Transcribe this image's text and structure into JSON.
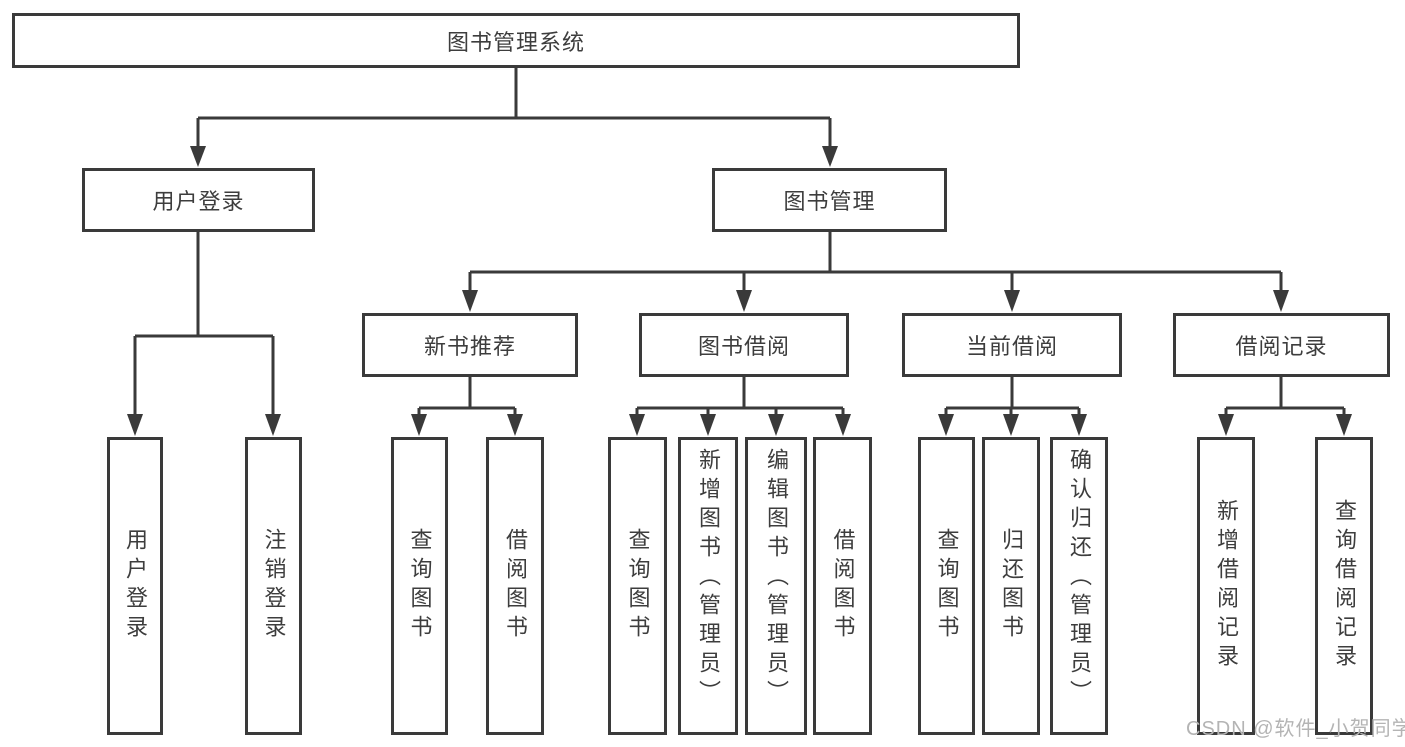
{
  "tree": {
    "label": "图书管理系统",
    "children": [
      {
        "label": "用户登录",
        "children": [
          {
            "label": "用户登录"
          },
          {
            "label": "注销登录"
          }
        ]
      },
      {
        "label": "图书管理",
        "children": [
          {
            "label": "新书推荐",
            "children": [
              {
                "label": "查询图书"
              },
              {
                "label": "借阅图书"
              }
            ]
          },
          {
            "label": "图书借阅",
            "children": [
              {
                "label": "查询图书"
              },
              {
                "label": "新增图书（管理员）"
              },
              {
                "label": "编辑图书（管理员）"
              },
              {
                "label": "借阅图书"
              }
            ]
          },
          {
            "label": "当前借阅",
            "children": [
              {
                "label": "查询图书"
              },
              {
                "label": "归还图书"
              },
              {
                "label": "确认归还（管理员）"
              }
            ]
          },
          {
            "label": "借阅记录",
            "children": [
              {
                "label": "新增借阅记录"
              },
              {
                "label": "查询借阅记录"
              }
            ]
          }
        ]
      }
    ]
  },
  "watermark": "CSDN @软件_小贺同学",
  "colors": {
    "line": "#3a3a3a",
    "border": "#3a3a3a",
    "text": "#3d3d3d",
    "watermark": "#b4b4b4",
    "background": "#ffffff"
  }
}
